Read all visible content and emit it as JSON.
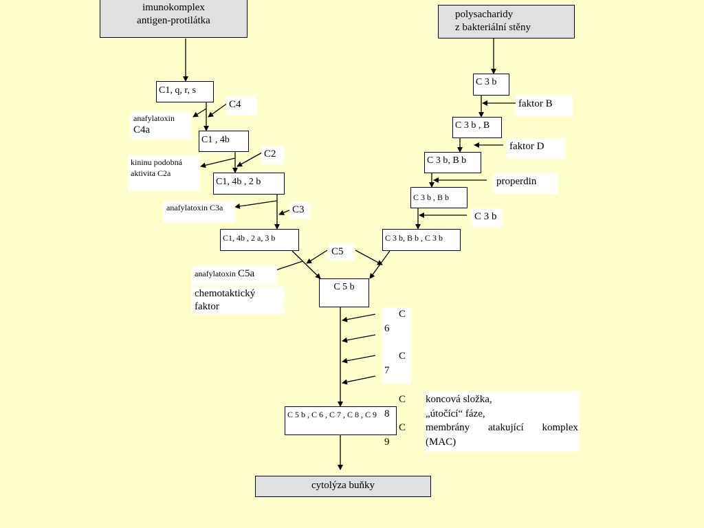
{
  "classical": {
    "start": [
      "imunokomplex",
      "antigen-protilátka"
    ],
    "c1": "C1, q, r, s",
    "c4": "C4",
    "c4a_pre": "anafylatoxin",
    "c4a": "C4a",
    "c14b": "C1 , 4b",
    "c2": "C2",
    "c2a": [
      "kininu podobná",
      "aktivita C2a"
    ],
    "c14b2b": "C1, 4b , 2 b",
    "c3a": "anafylatoxin C3a",
    "c3": "C3",
    "c3conv": "C1, 4b , 2 a, 3 b"
  },
  "alternative": {
    "start": [
      "polysacharidy",
      "z bakteriální stěny"
    ],
    "c3b": "C 3 b",
    "faktor_b": "faktor B",
    "c3bB": "C 3 b , B",
    "faktor_d": "faktor D",
    "c3bBb": "C 3 b, B b",
    "properdin": "properdin",
    "c3bBb2": "C 3 b , B b",
    "c3b_2": "C 3 b",
    "c3conv": "C 3 b, B b , C 3 b"
  },
  "common": {
    "c5": "C5",
    "c5a_pre": "anafylatoxin",
    "c5a": "C5a",
    "chemo": [
      "chemotaktický",
      "faktor"
    ],
    "c5b": "C 5 b",
    "c6": [
      "C",
      "6"
    ],
    "c7": [
      "C",
      "7"
    ],
    "c8": [
      "C",
      "8"
    ],
    "c9": [
      "C",
      "9"
    ],
    "mac": "C 5 b , C 6 , C 7 , C 8 , C 9",
    "mac_desc": [
      "koncová složka,",
      "„útočící“ fáze,",
      "membrány atakující komplex",
      "(MAC)"
    ],
    "lysis": "cytolýza buňky"
  }
}
